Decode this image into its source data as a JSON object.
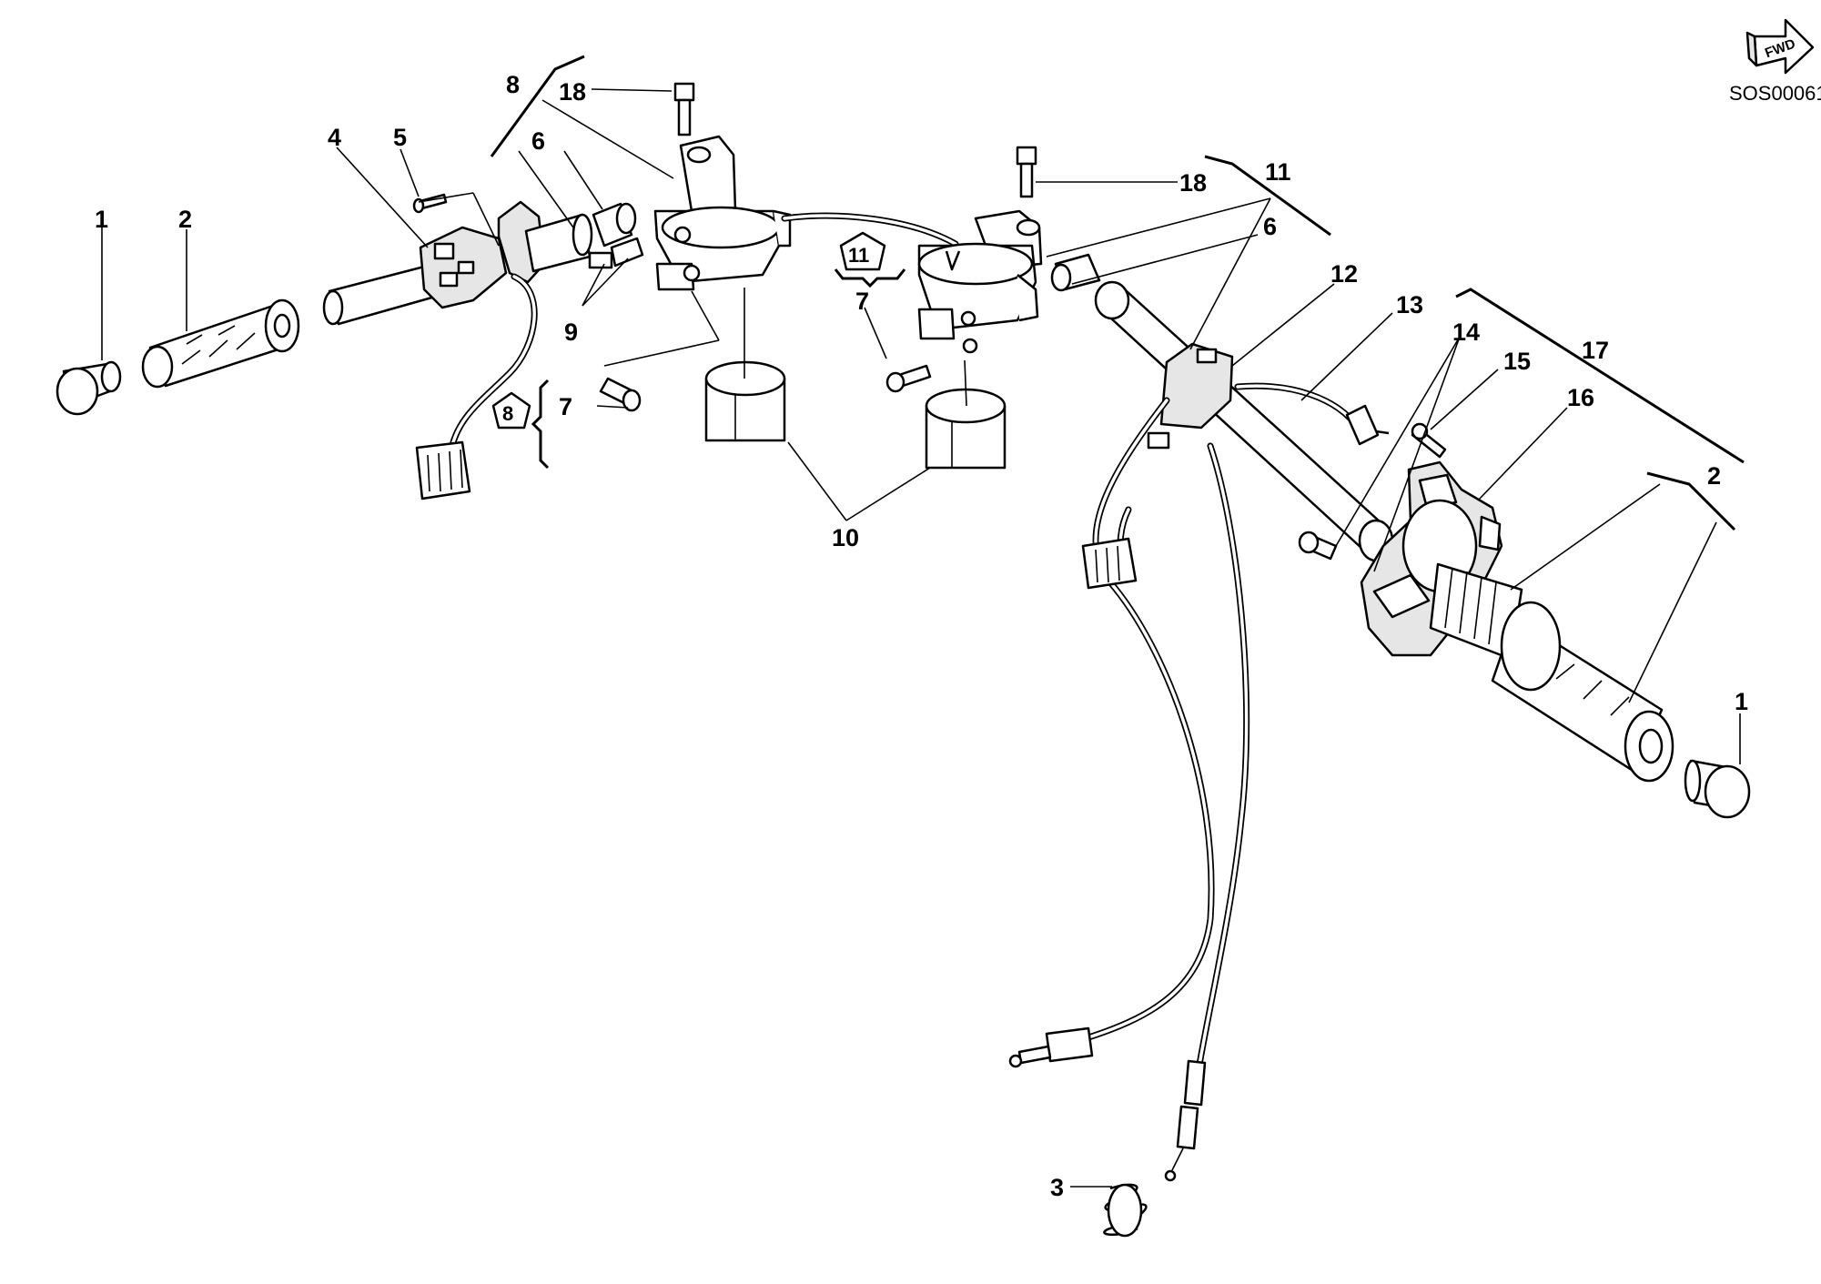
{
  "drawing_code": "SOS00061",
  "fwd_label": "FWD",
  "callouts": {
    "c1_left": "1",
    "c2_left": "2",
    "c4": "4",
    "c5": "5",
    "c8_top": "8",
    "c18_left": "18",
    "c6_left": "6",
    "c9": "9",
    "c8_box": "8",
    "c7_left": "7",
    "c10": "10",
    "c11_box": "11",
    "c7_mid": "7",
    "c18_right": "18",
    "c11_top": "11",
    "c6_right": "6",
    "c12": "12",
    "c13": "13",
    "c14": "14",
    "c15": "15",
    "c17": "17",
    "c16": "16",
    "c2_right": "2",
    "c1_right": "1",
    "c3": "3"
  }
}
